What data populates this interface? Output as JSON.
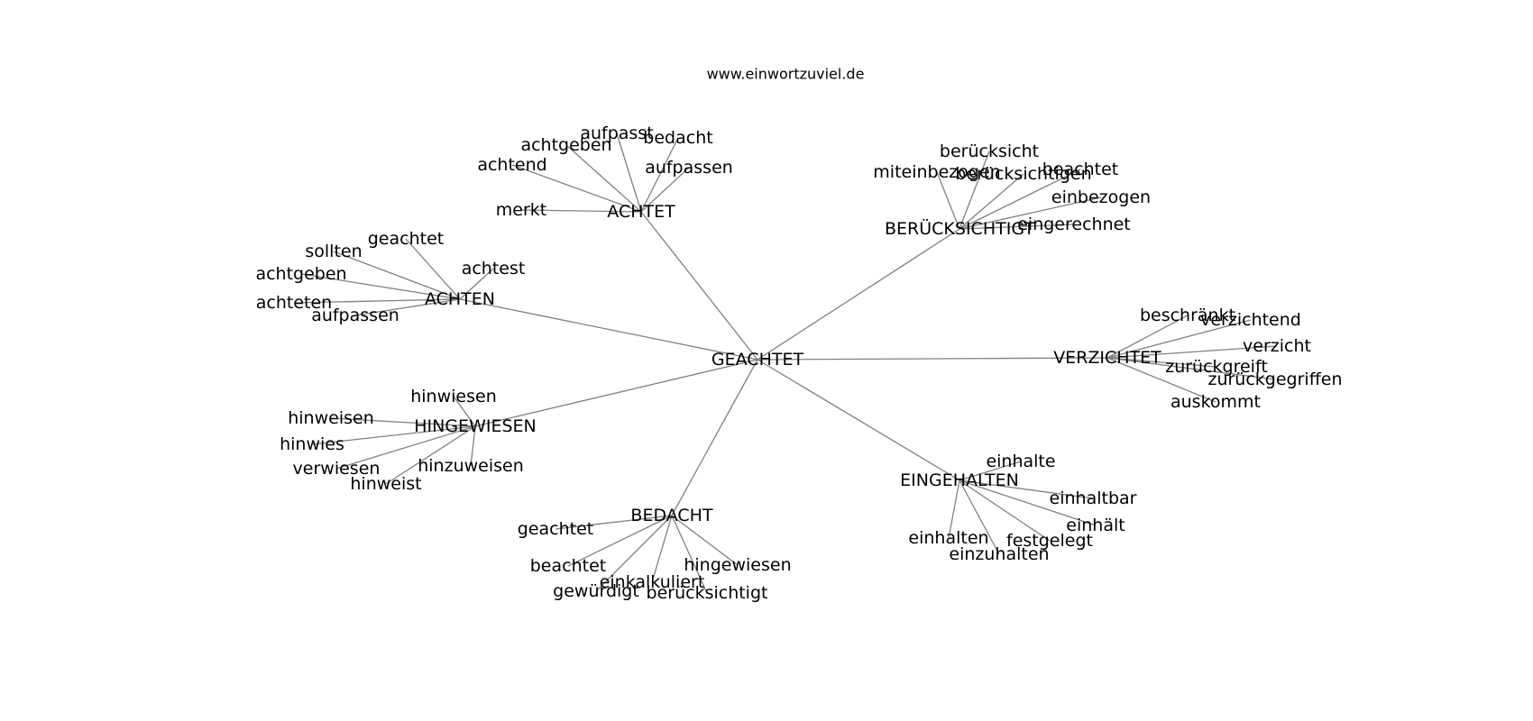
{
  "title": "www.einwortzuviel.de",
  "center": "GEACHTET",
  "clusters": [
    {
      "id": "achtet",
      "word": "ACHTET",
      "leaves": [
        "aufpasst",
        "bedacht",
        "achtgeben",
        "aufpassen",
        "achtend",
        "merkt"
      ]
    },
    {
      "id": "beruecksichtigt-upper",
      "word": "BERÜCKSICHTIGT",
      "leaves": [
        "berücksicht",
        "miteinbezogen",
        "berücksichtigen",
        "beachtet",
        "einbezogen",
        "eingerechnet"
      ]
    },
    {
      "id": "achten",
      "word": "ACHTEN",
      "leaves": [
        "geachtet",
        "sollten",
        "achtest",
        "achtgeben",
        "achteten",
        "aufpassen"
      ]
    },
    {
      "id": "verzichtet",
      "word": "VERZICHTET",
      "leaves": [
        "beschränkt",
        "verzichtend",
        "verzicht",
        "zurückgreift",
        "zurückgegriffen",
        "auskommt"
      ]
    },
    {
      "id": "hingewiesen-upper",
      "word": "HINGEWIESEN",
      "leaves": [
        "hinwiesen",
        "hinweisen",
        "hinwies",
        "verwiesen",
        "hinzuweisen",
        "hinweist"
      ]
    },
    {
      "id": "eingehalten",
      "word": "EINGEHALTEN",
      "leaves": [
        "einhalte",
        "einhaltbar",
        "einhält",
        "einhalten",
        "festgelegt",
        "einzuhalten"
      ]
    },
    {
      "id": "bedacht-upper",
      "word": "BEDACHT",
      "leaves": [
        "geachtet",
        "beachtet",
        "hingewiesen",
        "einkalkuliert",
        "gewürdigt",
        "berücksichtigt"
      ]
    }
  ]
}
